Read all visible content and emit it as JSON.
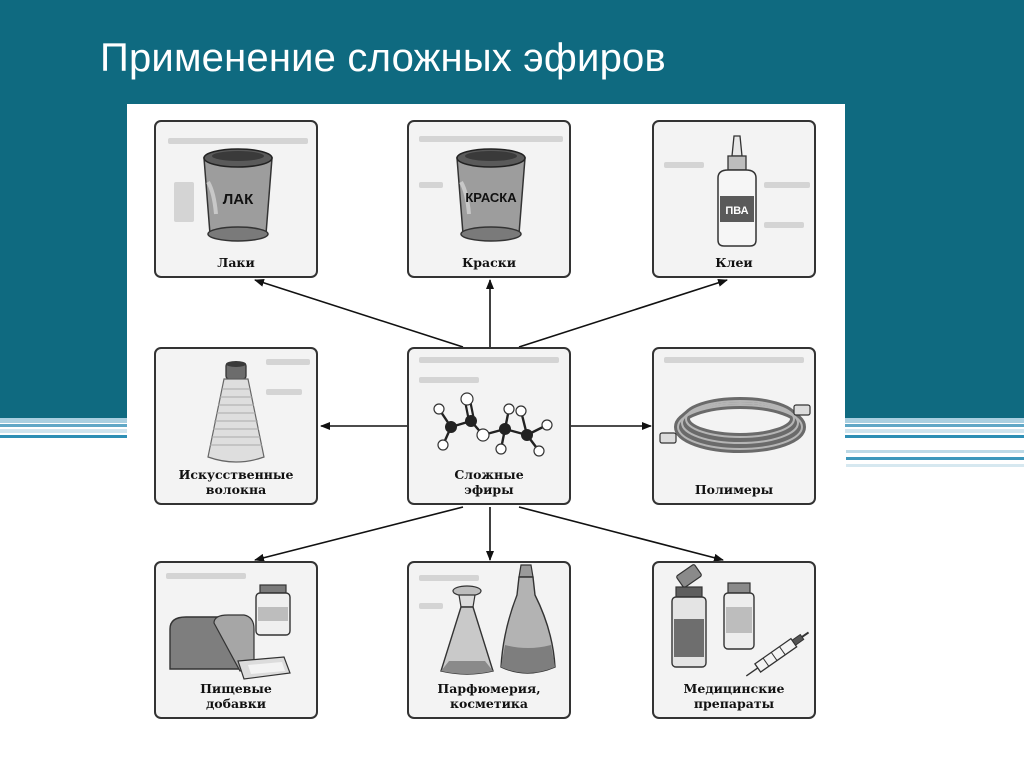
{
  "slide": {
    "title": "Применение сложных эфиров"
  },
  "center": {
    "label_line1": "Сложные",
    "label_line2": "эфиры"
  },
  "nodes": {
    "lacquers": {
      "label": "Лаки",
      "can_text": "ЛАК"
    },
    "paints": {
      "label": "Краски",
      "can_text": "КРАСКА"
    },
    "glues": {
      "label": "Клеи",
      "bottle_text": "ПВА"
    },
    "fibers": {
      "label_line1": "Искусственные",
      "label_line2": "волокна"
    },
    "polymers": {
      "label": "Полимеры"
    },
    "food": {
      "label_line1": "Пищевые",
      "label_line2": "добавки"
    },
    "perfume": {
      "label_line1": "Парфюмерия,",
      "label_line2": "косметика"
    },
    "medicine": {
      "label_line1": "Медицинские",
      "label_line2": "препараты"
    }
  },
  "colors": {
    "background_band": "#0f6a80",
    "title_text": "#ffffff",
    "arrow": "#111111"
  }
}
